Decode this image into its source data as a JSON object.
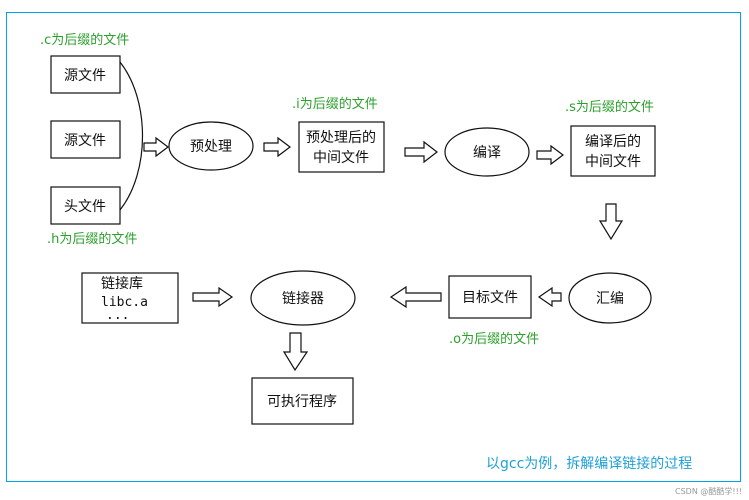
{
  "nodes": {
    "source1": "源文件",
    "source2": "源文件",
    "header": "头文件",
    "preprocess": "预处理",
    "pre_output_line1": "预处理后的",
    "pre_output_line2": "中间文件",
    "compile": "编译",
    "compile_output_line1": "编译后的",
    "compile_output_line2": "中间文件",
    "assemble": "汇编",
    "object_file": "目标文件",
    "link": "链接器",
    "library_title": "链接库",
    "library_name": "libc.a",
    "library_ellipsis": "...",
    "executable": "可执行程序"
  },
  "notes": {
    "c_suffix": ".c为后缀的文件",
    "h_suffix": ".h为后缀的文件",
    "i_suffix": ".i为后缀的文件",
    "s_suffix": ".s为后缀的文件",
    "o_suffix": ".o为后缀的文件"
  },
  "caption": "以gcc为例，拆解编译链接的过程",
  "watermark": "CSDN @酷酷学!!!",
  "colors": {
    "frame": "#00a2e8",
    "note": "#2ca02c",
    "caption": "#1f9fd8",
    "stroke": "#111111"
  }
}
